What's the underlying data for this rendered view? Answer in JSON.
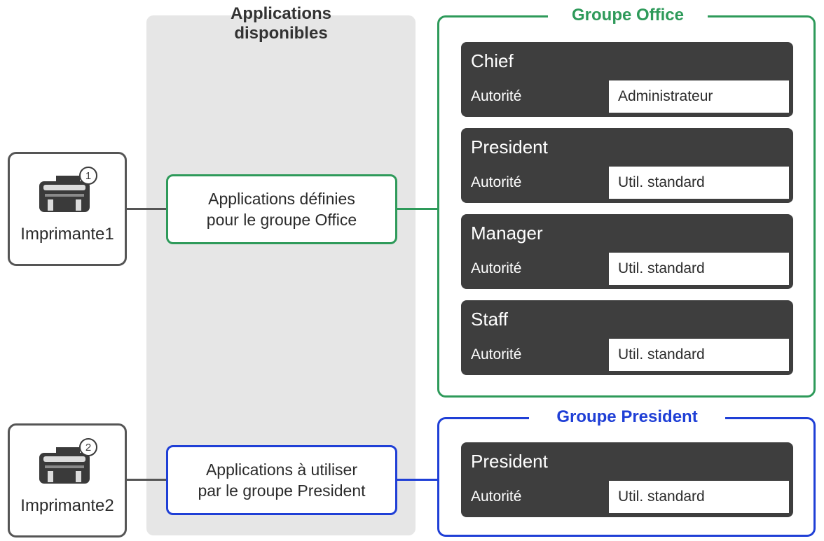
{
  "apps_column": {
    "title_line1": "Applications",
    "title_line2": "disponibles"
  },
  "printers": [
    {
      "label": "Imprimante1",
      "badge": "1"
    },
    {
      "label": "Imprimante2",
      "badge": "2"
    }
  ],
  "apps": [
    {
      "line1": "Applications définies",
      "line2": "pour le groupe Office"
    },
    {
      "line1": "Applications à utiliser",
      "line2": "par le groupe President"
    }
  ],
  "groups": [
    {
      "title": "Groupe Office",
      "users": [
        {
          "name": "Chief",
          "role_label": "Autorité",
          "role": "Administrateur"
        },
        {
          "name": "President",
          "role_label": "Autorité",
          "role": "Util. standard"
        },
        {
          "name": "Manager",
          "role_label": "Autorité",
          "role": "Util. standard"
        },
        {
          "name": "Staff",
          "role_label": "Autorité",
          "role": "Util. standard"
        }
      ]
    },
    {
      "title": "Groupe President",
      "users": [
        {
          "name": "President",
          "role_label": "Autorité",
          "role": "Util. standard"
        }
      ]
    }
  ],
  "colors": {
    "office": "#2e9a5a",
    "president": "#1f3fd6",
    "card": "#3e3e3e",
    "column": "#e6e6e6"
  },
  "icons": [
    "printer-icon",
    "number-badge-icon"
  ]
}
